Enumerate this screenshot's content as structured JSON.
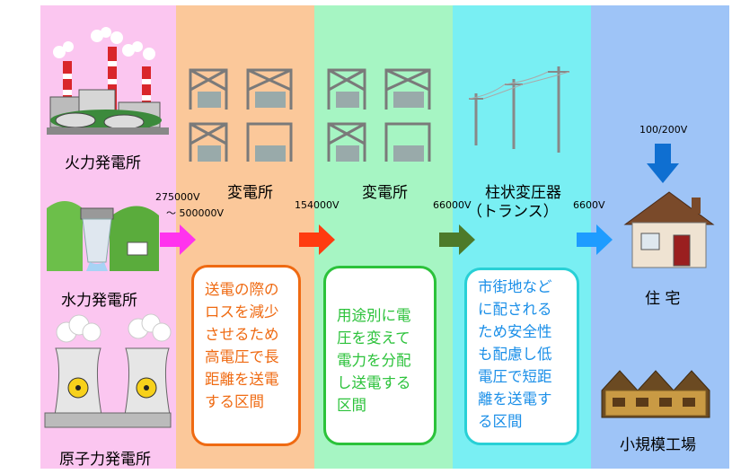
{
  "columns": [
    {
      "key": "generation",
      "color": "#fbc6f0"
    },
    {
      "key": "substation1",
      "color": "#fbc89a"
    },
    {
      "key": "substation2",
      "color": "#a6f5c3"
    },
    {
      "key": "pole_transformer",
      "color": "#79eff3"
    },
    {
      "key": "consumer",
      "color": "#9ec4f7"
    }
  ],
  "plants": {
    "thermal": "火力発電所",
    "hydro": "水力発電所",
    "nuclear": "原子力発電所"
  },
  "stations": {
    "substation_a": "変電所",
    "substation_b": "変電所",
    "pole_transformer_1": "柱状変圧器",
    "pole_transformer_2": "（トランス）"
  },
  "voltages": {
    "v1_line1": "275000V",
    "v1_line2": "～ 500000V",
    "v2": "154000V",
    "v3": "66000V",
    "v4": "6600V",
    "v5": "100/200V"
  },
  "arrows": {
    "a1": "#ff33ee",
    "a2": "#ff3b10",
    "a3": "#4d7a2a",
    "a4": "#1e9cff",
    "a5": "#0f6fd1"
  },
  "notes": {
    "orange": {
      "color": "#ef6a12",
      "lines": [
        "送電の際の",
        "ロスを減少",
        "させるため",
        "高電圧で長",
        "距離を送電",
        "する区間"
      ]
    },
    "green": {
      "color": "#2bc23a",
      "lines": [
        "用途別に電",
        "圧を変えて",
        "電力を分配",
        "し送電する",
        "区間"
      ]
    },
    "blue": {
      "color": "#1b8fe8",
      "border": "#28d0d6",
      "lines": [
        "市街地など",
        "に配される",
        "ため安全性",
        "も配慮し低",
        "電圧で短距",
        "離を送電す",
        "る区間"
      ]
    }
  },
  "destinations": {
    "house": "住  宅",
    "factory": "小規模工場"
  }
}
